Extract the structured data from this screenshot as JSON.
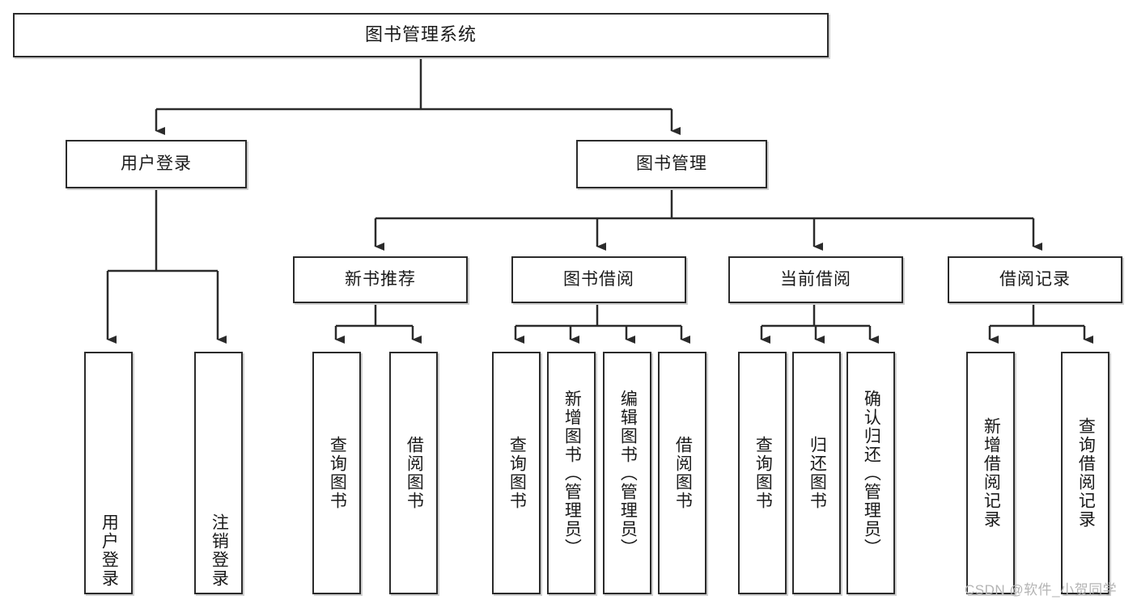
{
  "diagram": {
    "type": "tree",
    "title": "图书管理系统",
    "watermark": "CSDN @软件_小贺同学",
    "colors": {
      "box_border": "#2b2b2b",
      "box_fill": "#ffffff",
      "edge": "#2b2b2b",
      "shadow": "#cfcfcf",
      "text": "#1a1a1a",
      "watermark": "#b4b4b4"
    },
    "nodes": {
      "root": {
        "label": "图书管理系统"
      },
      "level2": [
        {
          "id": "user-login",
          "label": "用户登录"
        },
        {
          "id": "book-manage",
          "label": "图书管理"
        }
      ],
      "level3": [
        {
          "id": "new-book-recommend",
          "label": "新书推荐"
        },
        {
          "id": "book-borrow",
          "label": "图书借阅"
        },
        {
          "id": "current-borrow",
          "label": "当前借阅"
        },
        {
          "id": "borrow-record",
          "label": "借阅记录"
        }
      ],
      "leaves": {
        "user-login": [
          {
            "id": "leaf-user-login",
            "label": "用户登录"
          },
          {
            "id": "leaf-logout-login",
            "label": "注销登录"
          }
        ],
        "new-book-recommend": [
          {
            "id": "leaf-query-book-1",
            "label": "查询图书"
          },
          {
            "id": "leaf-borrow-book-1",
            "label": "借阅图书"
          }
        ],
        "book-borrow": [
          {
            "id": "leaf-query-book-2",
            "label": "查询图书"
          },
          {
            "id": "leaf-add-book",
            "label": "新增图书（管理员）"
          },
          {
            "id": "leaf-edit-book",
            "label": "编辑图书（管理员）"
          },
          {
            "id": "leaf-borrow-book-2",
            "label": "借阅图书"
          }
        ],
        "current-borrow": [
          {
            "id": "leaf-query-book-3",
            "label": "查询图书"
          },
          {
            "id": "leaf-return-book",
            "label": "归还图书"
          },
          {
            "id": "leaf-confirm-return",
            "label": "确认归还（管理员）"
          }
        ],
        "borrow-record": [
          {
            "id": "leaf-add-record",
            "label": "新增借阅记录"
          },
          {
            "id": "leaf-query-record",
            "label": "查询借阅记录"
          }
        ]
      }
    }
  }
}
